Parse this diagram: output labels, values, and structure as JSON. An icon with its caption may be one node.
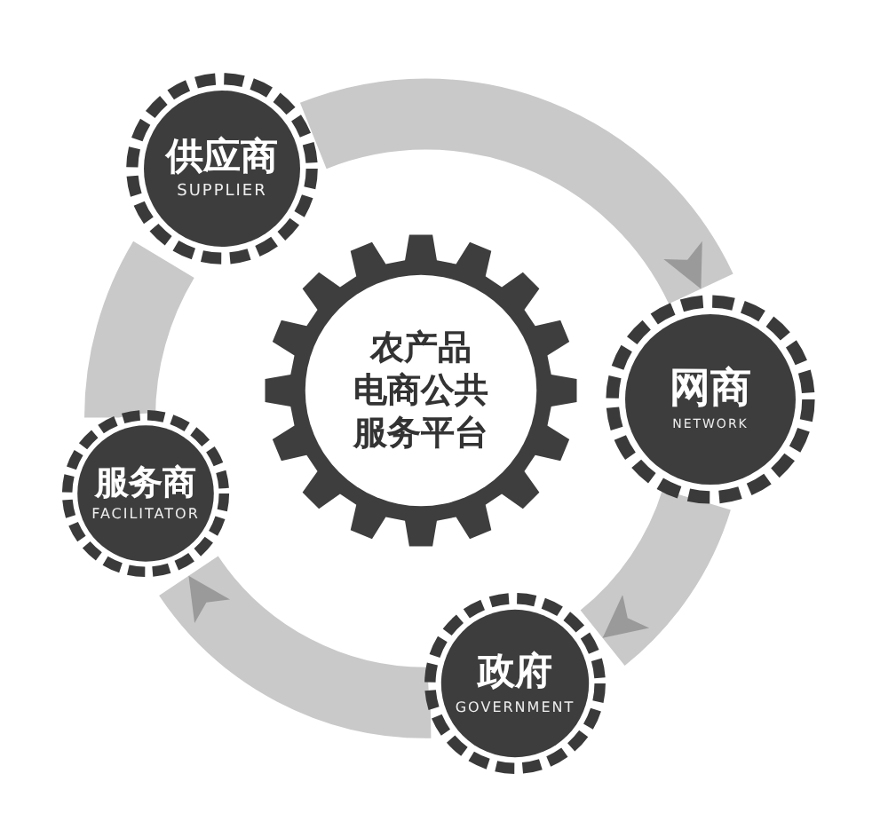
{
  "diagram": {
    "nodes": [
      {
        "text": [
          "供应商",
          "SUPPLIER"
        ]
      },
      {
        "text": [
          "农产品电商公共服务平台"
        ]
      },
      {
        "text": [
          "网商",
          "NETWORK"
        ]
      },
      {
        "text": [
          "服务商",
          "FACILITATOR"
        ]
      },
      {
        "text": [
          "政府",
          "GOVERNMENT"
        ]
      }
    ],
    "edges": [
      {
        "from": 0,
        "to": 2,
        "arrow": "to"
      },
      {
        "from": 2,
        "to": 4,
        "arrow": "to"
      },
      {
        "from": 4,
        "to": 3,
        "arrow": "to"
      },
      {
        "from": 3,
        "to": 0,
        "arrow": "none"
      }
    ]
  }
}
